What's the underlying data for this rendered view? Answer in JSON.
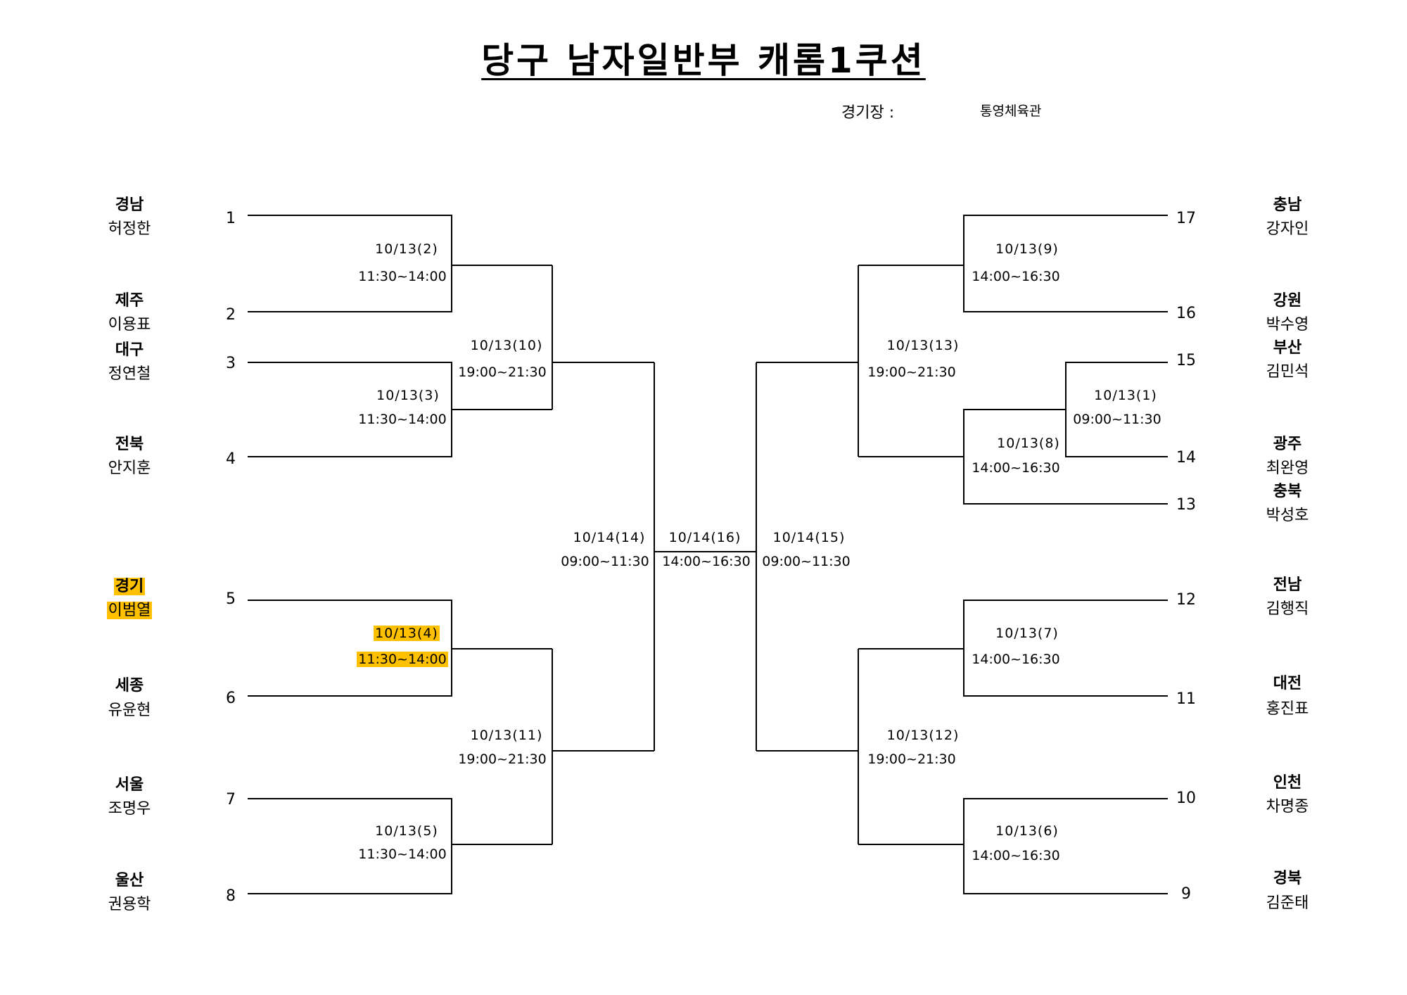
{
  "title": "당구 남자일반부 캐롬1쿠션",
  "venue": {
    "label": "경기장  :",
    "value": "통영체육관"
  },
  "entries": [
    {
      "seed": "1",
      "region": "경남",
      "player": "허정한",
      "highlight": false
    },
    {
      "seed": "2",
      "region": "제주",
      "player": "이용표",
      "highlight": false
    },
    {
      "seed": "3",
      "region": "대구",
      "player": "정연철",
      "highlight": false
    },
    {
      "seed": "4",
      "region": "전북",
      "player": "안지훈",
      "highlight": false
    },
    {
      "seed": "5",
      "region": "경기",
      "player": "이범열",
      "highlight": true
    },
    {
      "seed": "6",
      "region": "세종",
      "player": "유윤현",
      "highlight": false
    },
    {
      "seed": "7",
      "region": "서울",
      "player": "조명우",
      "highlight": false
    },
    {
      "seed": "8",
      "region": "울산",
      "player": "권용학",
      "highlight": false
    },
    {
      "seed": "17",
      "region": "충남",
      "player": "강자인",
      "highlight": false
    },
    {
      "seed": "16",
      "region": "강원",
      "player": "박수영",
      "highlight": false
    },
    {
      "seed": "15",
      "region": "부산",
      "player": "김민석",
      "highlight": false
    },
    {
      "seed": "14",
      "region": "광주",
      "player": "최완영",
      "highlight": false
    },
    {
      "seed": "13",
      "region": "충북",
      "player": "박성호",
      "highlight": false
    },
    {
      "seed": "12",
      "region": "전남",
      "player": "김행직",
      "highlight": false
    },
    {
      "seed": "11",
      "region": "대전",
      "player": "홍진표",
      "highlight": false
    },
    {
      "seed": "10",
      "region": "인천",
      "player": "차명종",
      "highlight": false
    },
    {
      "seed": "9",
      "region": "경북",
      "player": "김준태",
      "highlight": false
    }
  ],
  "matches": [
    {
      "id": "2",
      "date": "10/13(2)",
      "time": "11:30~14:00",
      "highlight": false
    },
    {
      "id": "3",
      "date": "10/13(3)",
      "time": "11:30~14:00",
      "highlight": false
    },
    {
      "id": "4",
      "date": "10/13(4)",
      "time": "11:30~14:00",
      "highlight": true
    },
    {
      "id": "5",
      "date": "10/13(5)",
      "time": "11:30~14:00",
      "highlight": false
    },
    {
      "id": "10",
      "date": "10/13(10)",
      "time": "19:00~21:30",
      "highlight": false
    },
    {
      "id": "11",
      "date": "10/13(11)",
      "time": "19:00~21:30",
      "highlight": false
    },
    {
      "id": "14",
      "date": "10/14(14)",
      "time": "09:00~11:30",
      "highlight": false
    },
    {
      "id": "16",
      "date": "10/14(16)",
      "time": "14:00~16:30",
      "highlight": false
    },
    {
      "id": "15",
      "date": "10/14(15)",
      "time": "09:00~11:30",
      "highlight": false
    },
    {
      "id": "9",
      "date": "10/13(9)",
      "time": "14:00~16:30",
      "highlight": false
    },
    {
      "id": "13",
      "date": "10/13(13)",
      "time": "19:00~21:30",
      "highlight": false
    },
    {
      "id": "1",
      "date": "10/13(1)",
      "time": "09:00~11:30",
      "highlight": false
    },
    {
      "id": "8",
      "date": "10/13(8)",
      "time": "14:00~16:30",
      "highlight": false
    },
    {
      "id": "7",
      "date": "10/13(7)",
      "time": "14:00~16:30",
      "highlight": false
    },
    {
      "id": "12",
      "date": "10/13(12)",
      "time": "19:00~21:30",
      "highlight": false
    },
    {
      "id": "6",
      "date": "10/13(6)",
      "time": "14:00~16:30",
      "highlight": false
    }
  ]
}
